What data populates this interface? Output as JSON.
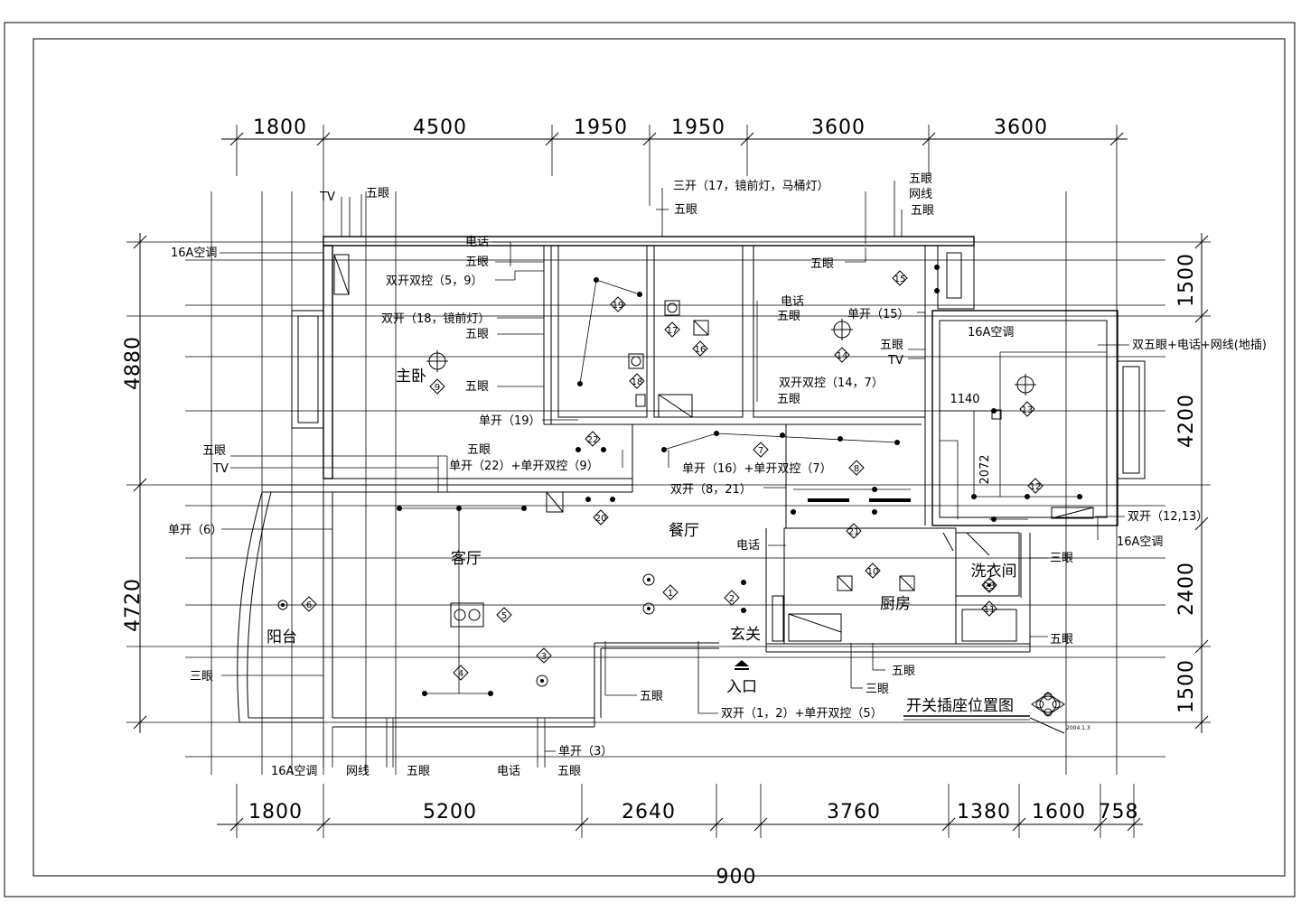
{
  "dimensions": {
    "top": [
      "1800",
      "4500",
      "1950",
      "1950",
      "3600",
      "3600"
    ],
    "bottom": [
      "1800",
      "5200",
      "2640",
      "3760",
      "1380",
      "1600",
      "758"
    ],
    "left": [
      "4880",
      "4720"
    ],
    "right": [
      "1500",
      "4200",
      "2400",
      "1500"
    ],
    "frame_number": "900",
    "inner": [
      "1140",
      "2072"
    ]
  },
  "rooms": {
    "master_bedroom": "主卧",
    "living_room": "客厅",
    "dining_room": "餐厅",
    "balcony": "阳台",
    "foyer": "玄关",
    "entrance": "入口",
    "kitchen": "厨房",
    "laundry": "洗衣间"
  },
  "title": "开关插座位置图",
  "date_stamp": "2004.1.3",
  "notes": {
    "tv_tl": "TV",
    "wuyan_tl": "五眼",
    "ac_tl": "16A空调",
    "phone_mb": "电话",
    "wuyan_mb1": "五眼",
    "dual_5_9": "双开双控（5，9）",
    "dual_18": "双开（18，镜前灯）",
    "wuyan_mb2": "五眼",
    "wuyan_mb3": "五眼",
    "single_19": "单开（19）",
    "wuyan_l1": "五眼",
    "tv_l1": "TV",
    "wuyan_mid": "五眼",
    "single_22": "单开（22）+单开双控（9）",
    "triple_17": "三开（17，镜前灯，马桶灯）",
    "wuyan_bath": "五眼",
    "wuyan_r1": "五眼",
    "net_r1": "网线",
    "wuyan_r2": "五眼",
    "wuyan_br": "五眼",
    "phone_br": "电话",
    "wuyan_br2": "五眼",
    "single_15": "单开（15）",
    "wuyan_br3": "五眼",
    "tv_br": "TV",
    "dual_14_7": "双开双控（14，7）",
    "wuyan_br4": "五眼",
    "ac_r": "16A空调",
    "multi_floor": "双五眼+电话+网线(地插)",
    "single_16": "单开（16）+单开双控（7）",
    "dual_8_21": "双开（8，21）",
    "phone_kitchen": "电话",
    "dual_12_13": "双开（12,13）",
    "ac_r2": "16A空调",
    "sanyan_r": "三眼",
    "wuyan_r3": "五眼",
    "single_6": "单开（6）",
    "sanyan_l": "三眼",
    "wuyan_b1": "五眼",
    "wuyan_b2": "五眼",
    "sanyan_b": "三眼",
    "dual_1_2": "双开（1，2）+单开双控（5）",
    "single_3": "单开（3）",
    "ac_b": "16A空调",
    "net_b": "网线",
    "wuyan_b3": "五眼",
    "phone_b": "电话",
    "wuyan_b4": "五眼"
  },
  "light_numbers": [
    "1",
    "2",
    "3",
    "4",
    "5",
    "6",
    "7",
    "8",
    "9",
    "10",
    "11",
    "12",
    "13",
    "14",
    "15",
    "16",
    "17",
    "18",
    "19",
    "20",
    "21",
    "22",
    "23"
  ]
}
